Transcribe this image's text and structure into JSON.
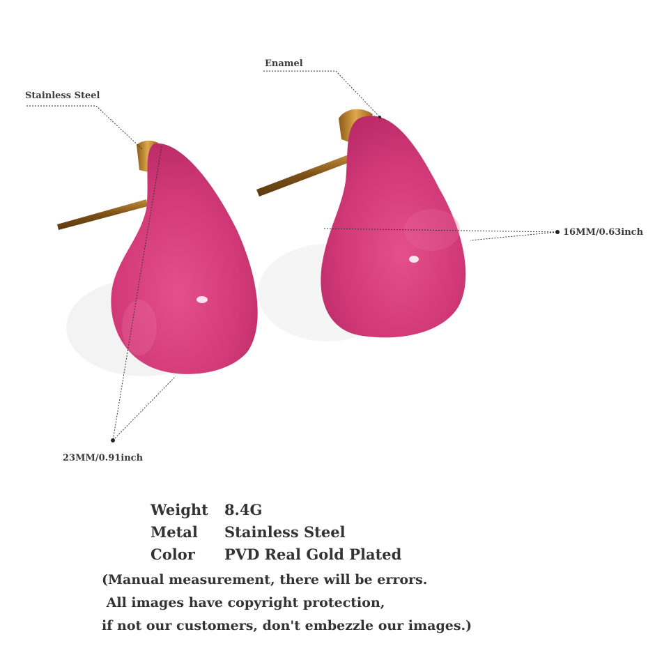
{
  "callouts": {
    "stainless_steel": "Stainless Steel",
    "enamel": "Enamel",
    "width": "16MM/0.63inch",
    "height": "23MM/0.91inch"
  },
  "specs": [
    {
      "key": "Weight",
      "value": "8.4G"
    },
    {
      "key": "Metal",
      "value": "Stainless Steel"
    },
    {
      "key": "Color",
      "value": "PVD Real Gold Plated"
    }
  ],
  "notes": [
    "(Manual measurement, there will be errors.",
    " All images have copyright protection,",
    "if not our customers, don't embezzle our images.)"
  ],
  "colors": {
    "enamel_pink": "#d8397a",
    "gold": "#c98a2a",
    "text": "#333333"
  }
}
